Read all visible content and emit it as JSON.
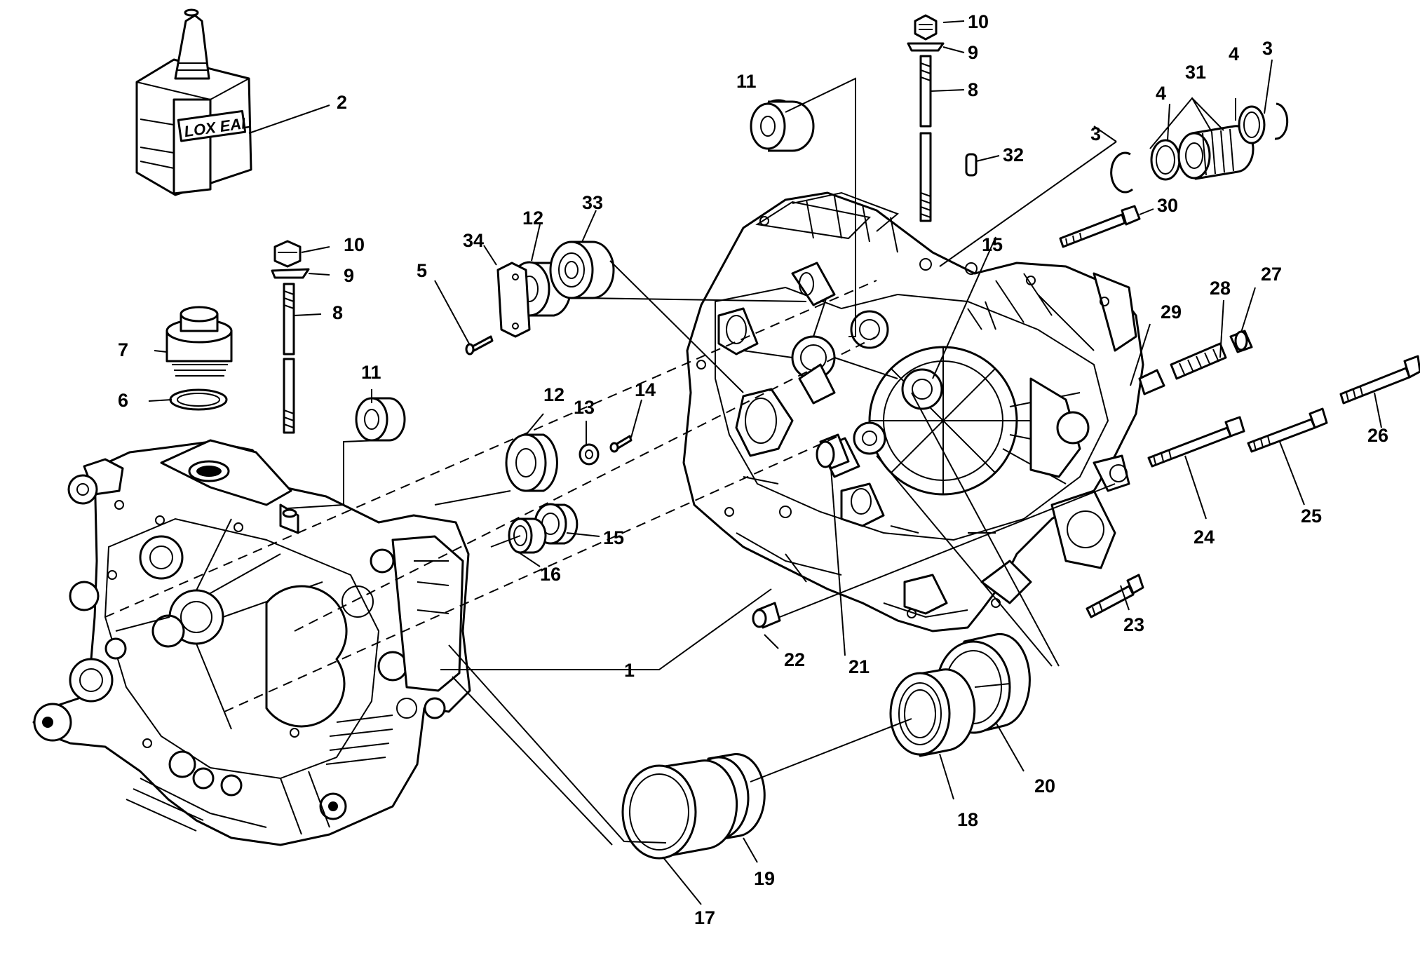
{
  "brand_label": "LOX EAL",
  "colors": {
    "line": "#000000",
    "background": "#ffffff"
  },
  "callouts": [
    {
      "id": "c10a",
      "text": "10"
    },
    {
      "id": "c9a",
      "text": "9"
    },
    {
      "id": "c8a",
      "text": "8"
    },
    {
      "id": "c11a",
      "text": "11"
    },
    {
      "id": "c32",
      "text": "32"
    },
    {
      "id": "c3a",
      "text": "3"
    },
    {
      "id": "c31",
      "text": "31"
    },
    {
      "id": "c4a",
      "text": "4"
    },
    {
      "id": "c3b",
      "text": "3"
    },
    {
      "id": "c4b",
      "text": "4"
    },
    {
      "id": "c30",
      "text": "30"
    },
    {
      "id": "c2",
      "text": "2"
    },
    {
      "id": "c10b",
      "text": "10"
    },
    {
      "id": "c9b",
      "text": "9"
    },
    {
      "id": "c8b",
      "text": "8"
    },
    {
      "id": "c7",
      "text": "7"
    },
    {
      "id": "c6",
      "text": "6"
    },
    {
      "id": "c11b",
      "text": "11"
    },
    {
      "id": "c34",
      "text": "34"
    },
    {
      "id": "c12a",
      "text": "12"
    },
    {
      "id": "c33",
      "text": "33"
    },
    {
      "id": "c5",
      "text": "5"
    },
    {
      "id": "c15a",
      "text": "15"
    },
    {
      "id": "c12b",
      "text": "12"
    },
    {
      "id": "c13",
      "text": "13"
    },
    {
      "id": "c14",
      "text": "14"
    },
    {
      "id": "c15b",
      "text": "15"
    },
    {
      "id": "c16",
      "text": "16"
    },
    {
      "id": "c29",
      "text": "29"
    },
    {
      "id": "c28",
      "text": "28"
    },
    {
      "id": "c27",
      "text": "27"
    },
    {
      "id": "c26",
      "text": "26"
    },
    {
      "id": "c24",
      "text": "24"
    },
    {
      "id": "c25",
      "text": "25"
    },
    {
      "id": "c23",
      "text": "23"
    },
    {
      "id": "c1",
      "text": "1"
    },
    {
      "id": "c22",
      "text": "22"
    },
    {
      "id": "c21",
      "text": "21"
    },
    {
      "id": "c20",
      "text": "20"
    },
    {
      "id": "c18",
      "text": "18"
    },
    {
      "id": "c19",
      "text": "19"
    },
    {
      "id": "c17",
      "text": "17"
    }
  ]
}
